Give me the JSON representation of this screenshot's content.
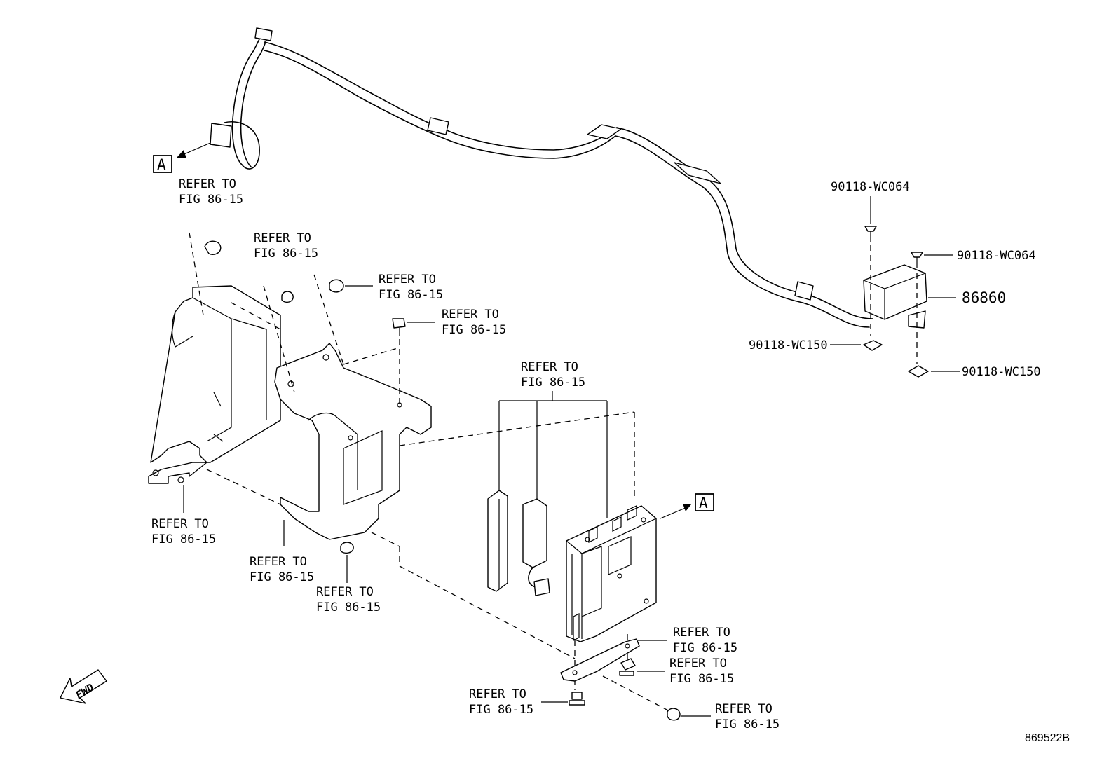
{
  "refer_to": {
    "line1": "REFER TO",
    "line2": "FIG 86-15"
  },
  "part_numbers": {
    "screw_top": "90118-WC064",
    "screw_right": "90118-WC064",
    "module": "86860",
    "nut_left": "90118-WC150",
    "nut_right": "90118-WC150"
  },
  "view_marker": "A",
  "fwd_label": "FWD",
  "figure_id": "869522B"
}
